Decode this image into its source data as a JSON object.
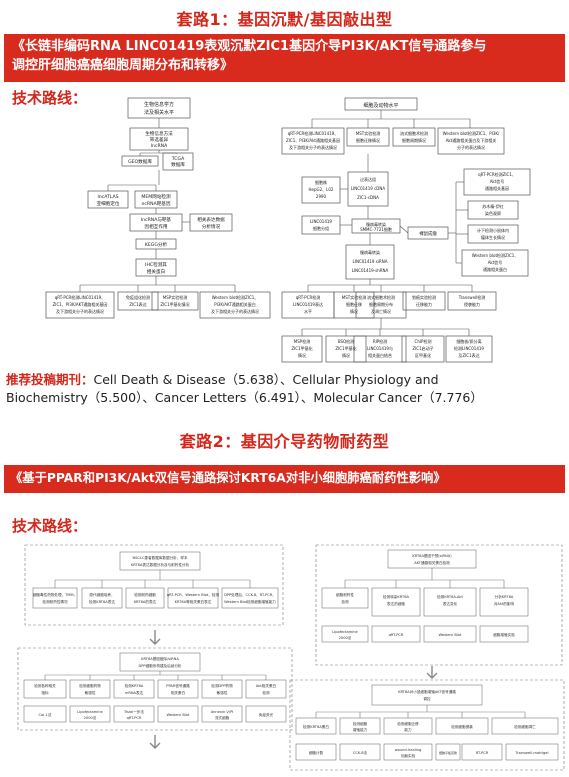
{
  "set1": {
    "title": "套路1：基因沉默/基因敲出型",
    "banner_line1": "《长链非编码RNA LINC01419表观沉默ZIC1基因介导PI3K/AKT信号通路参与",
    "banner_line2": "调控肝细胞癌癌细胞周期分布和转移》",
    "route_label": "技术路线：",
    "diagram": {
      "bio_header_1": "生物信息学方",
      "bio_header_2": "法及相关水平",
      "cell_header": "细胞及动物水平",
      "n_filter_1": "生物信息方法",
      "n_filter_2": "筛选差异",
      "n_filter_3": "lncRNA",
      "n_geo": "GEO数据库",
      "n_tcga_1": "TCGA",
      "n_tcga_2": "数据库",
      "n_lncatlas_1": "lncATLAS",
      "n_lncatlas_2": "亚细胞定位",
      "n_mem_1": "MEM网站检测",
      "n_mem_2": "ncRNA靶基因",
      "n_lnc_1": "lncRNA与靶基",
      "n_lnc_2": "因相互作用",
      "n_corr_1": "相关表达数据",
      "n_corr_2": "分析情况",
      "n_kegg": "KEGG分析",
      "n_ihc_1": "IHC检测其",
      "n_ihc_2": "相关蛋白",
      "b1_1": "qRT-PCR检测LINC01419、",
      "b1_2": "ZIC1、PI3K/AKT通路相关基因",
      "b1_3": "及下游相关分子的表达情况",
      "b2_1": "免疫组化检测",
      "b2_2": "ZIC1表达",
      "b3_1": "MSP实验检测",
      "b3_2": "ZIC1甲基化情况",
      "b4_1": "Western blot检测ZIC1、",
      "b4_2": "PI3K/AKT通路相关蛋白",
      "b4_3": "及下游相关分子的表达情况",
      "t1_1": "qRT-PCR检测LINC01419、",
      "t1_2": "ZIC1、PI3K/Akt通路相关基因",
      "t1_3": "及下游相关分子的表达情况",
      "t2_1": "MST实验检测",
      "t2_2": "细胞迁移情况",
      "t3_1": "流式细胞术检测",
      "t3_2": "细胞周期情况",
      "t4_1": "Western blot检测ZIC1、PI3K/",
      "t4_2": "Akt通路相关蛋白及下游相关",
      "t4_3": "分子的表达情况",
      "n_hepg2_1": "细胞株",
      "n_hepg2_2": "HepG2、L02",
      "n_hepg2_3": "2990",
      "n_smmc_1": "慢病毒转染",
      "n_smmc_2": "SMMC-7721细胞",
      "n_linc_1": "LINC01419",
      "n_linc_2": "细胞分组",
      "n_oe_1": "过表达组",
      "n_oe_2": "LINC01419 cDNA",
      "n_oe_3": "ZIC1-cDNA",
      "n_kd_1": "慢病毒转染",
      "n_kd_2": "LINC01419 siRNA",
      "n_kd_3": "LINC01419-shRNA",
      "n_mice": "裸鼠成瘤",
      "r1_1": "qRT-PCR检测ZIC1、",
      "r1_2": "Akt信号",
      "r1_3": "通路相关基因",
      "r2_1": "苏木精-伊红",
      "r2_2": "染色观察",
      "r3_1": "计下检测小鼠体内",
      "r3_2": "瘤体生长情况",
      "r4_1": "Western blot检测ZIC1、",
      "r4_2": "Akt信号",
      "r4_3": "通路相关蛋白",
      "c1_1": "qRT-PCR检测",
      "c1_2": "LINC01419表达",
      "c1_3": "水平",
      "c2_1": "MST实验检测",
      "c2_2": "细胞迁移",
      "c2_3": "情况",
      "c3_1": "流式细胞术检测",
      "c3_2": "细胞周期分布",
      "c3_3": "及凋亡情况",
      "c4_1": "划痕实验检测",
      "c4_2": "迁移能力",
      "c5_1": "Transwell检测",
      "c5_2": "侵袭能力",
      "d1_1": "MSP检测",
      "d1_2": "ZIC1甲基化",
      "d1_3": "情况",
      "d2_1": "BSQ检测",
      "d2_2": "ZIC1甲基化",
      "d2_3": "情况",
      "d3_1": "RIP检测",
      "d3_2": "LINC01419与",
      "d3_3": "相关蛋白结合",
      "d4_1": "ChIP检测",
      "d4_2": "ZIC1启动子",
      "d4_3": "区甲基化",
      "d5_1": "细胞核/质分离",
      "d5_2": "检测LINC01419",
      "d5_3": "及ZIC1表达"
    },
    "journals_label": "推荐投稿期刊：",
    "journals_line1": "Cell Death & Disease（5.638）、Cellular Physiology and",
    "journals_line2": "Biochemistry（5.500）、Cancer Letters（6.491）、Molecular Cancer（7.776）"
  },
  "set2": {
    "title": "套路2：基因介导药物耐药型",
    "banner": "《基于PPAR和PI3K/Akt双信号通路探讨KRT6A对非小细胞肺癌耐药性影响》",
    "route_label": "技术路线：",
    "left": {
      "top_1": "NSCLC患者数据库数据分析，样本",
      "top_2": "KRT6A表达数据分析及与耐药性分析",
      "m1_1": "细胞毒性药物处理，TMM，",
      "m1_2": "检测耐药性情况",
      "m2_1": "原代细胞培养，",
      "m2_2": "检测KRT6A表达",
      "m3_1": "检测耐药细胞",
      "m3_2": "KRT6A的表达",
      "m4_1": "qRT-PCR、Western Blot，检测",
      "m4_2": "KRT6A等相关蛋白表达",
      "m5_1": "DPP处理后，CCK-8、RT-PCR、",
      "m5_2": "Western Blot检测细胞增殖能力",
      "mid_1": "KRT6A基因敲除/siRNA",
      "mid_2": "DPP细胞系构建及后续分析",
      "r1_1": "检测各种相关",
      "r1_2": "指标",
      "r2_1": "检测细胞药物",
      "r2_2": "敏感性",
      "r3_1": "检测KRT6A",
      "r3_2": "mRNA表达",
      "r4_1": "PPAR信号通路",
      "r4_2": "相关蛋白",
      "r5_1": "检测DPP药物",
      "r5_2": "敏感性",
      "r6_1": "Akt相关蛋白",
      "r6_2": "检测",
      "x1": "Cal-1法",
      "x2_1": "Lipofectamine",
      "x2_2": "2000法",
      "x3_1": "Trizol一步法",
      "x3_2": "qRT-PCR",
      "x4": "Western Blot",
      "x5_1": "Annexin V/PI",
      "x5_2": "流式细胞",
      "x6": "免疫荧光"
    },
    "right": {
      "top_1": "KRT6A基因干预(siRNA)",
      "top_2": "AKT通路相关蛋白检测",
      "m1_1": "细胞耐药性",
      "m1_2": "检测",
      "m2_1": "检测转染KRT6A",
      "m2_2": "表达的细胞",
      "m3_1": "检测KRT6A-Akt",
      "m3_2": "表达变化",
      "m4_1": "分析KRT6A",
      "m4_2": "对Akt的影响",
      "x1_1": "Lipofectamine",
      "x1_2": "2000法",
      "x2": "qRT-PCR",
      "x3": "Western Blot",
      "x4": "细胞增殖实验",
      "mid_1": "KRT6A对小鼠细胞增殖AKT信号通路",
      "mid_2": "调控",
      "r1": "检测KRT6A蛋白",
      "r2_1": "检测细胞",
      "r2_2": "增殖能力",
      "r3_1": "检测细胞迁移",
      "r3_2": "能力",
      "r4": "检测细胞侵袭",
      "r5": "检测细胞凋亡",
      "y1": "细胞计数",
      "y2": "CCK-8法",
      "y3_1": "wound-healing",
      "y3_2": "划痕实验",
      "y4": "细胞平板克隆",
      "y5": "RT-PCR",
      "y6": "Transwell-matrigel"
    }
  }
}
